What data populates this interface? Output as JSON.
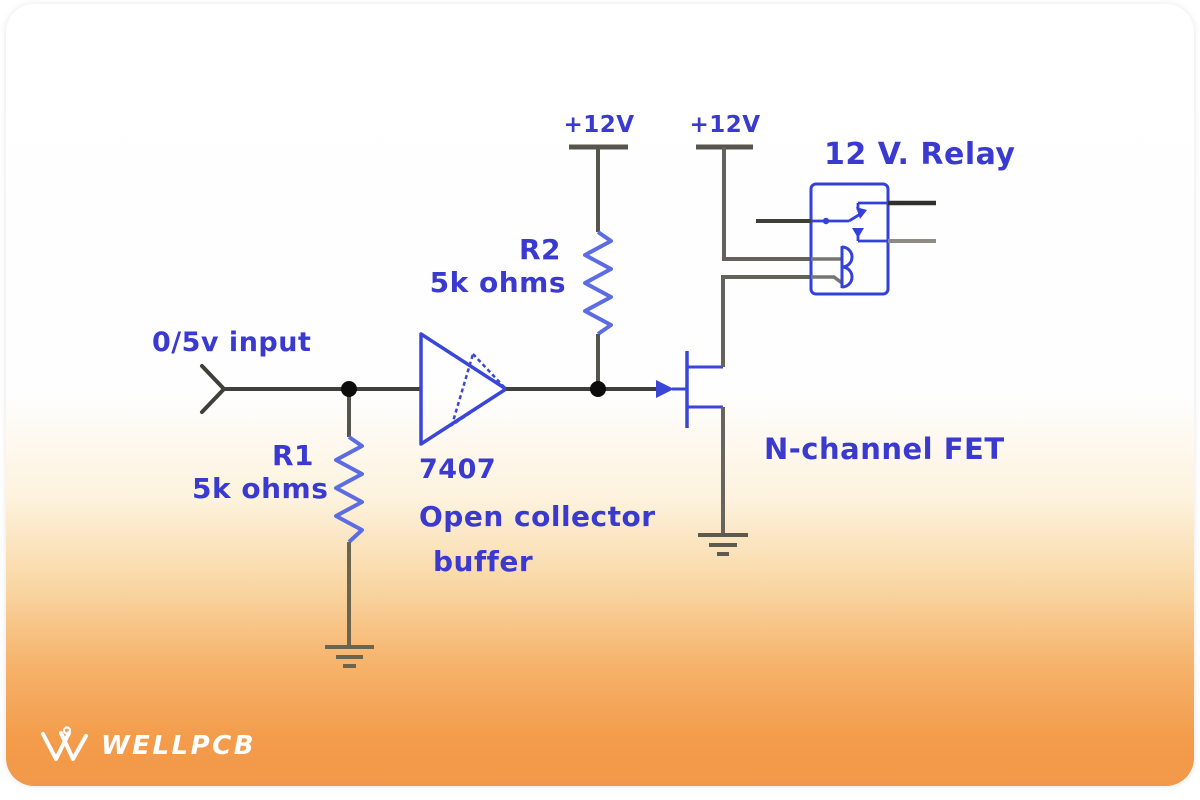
{
  "labels": {
    "supply_left": "+12V",
    "supply_right": "+12V",
    "relay": "12 V. Relay",
    "r2_name": "R2",
    "r2_value": "5k ohms",
    "input": "0/5v input",
    "r1_name": "R1",
    "r1_value": "5k ohms",
    "buffer_part": "7407",
    "buffer_desc_line1": "Open collector",
    "buffer_desc_line2": "buffer",
    "fet": "N-channel FET"
  },
  "branding": {
    "logo_text": "WELLPCB"
  },
  "colors": {
    "label_blue": "#3a3ad0",
    "component_blue": "#3a46d8",
    "resistor_blue": "#5c6ce2",
    "wire_dark": "#40403a",
    "wire_mid": "#6b6b64",
    "wire_light": "#8c8c84",
    "ground_olive": "#6b654f",
    "background_orange": "#f2984a",
    "logo_white": "#ffffff"
  },
  "circuit": {
    "components": [
      {
        "type": "input-terminal",
        "label": "0/5v input"
      },
      {
        "type": "resistor",
        "name": "R1",
        "value": "5k ohms",
        "orientation": "vertical",
        "connects": "input node to ground"
      },
      {
        "type": "resistor",
        "name": "R2",
        "value": "5k ohms",
        "orientation": "vertical",
        "connects": "+12V to buffer output node"
      },
      {
        "type": "buffer",
        "part": "7407",
        "description": "Open collector buffer"
      },
      {
        "type": "transistor",
        "name": "N-channel FET",
        "gate": "buffer output",
        "source": "ground",
        "drain": "relay coil"
      },
      {
        "type": "relay",
        "name": "12 V. Relay",
        "coil_supply": "+12V",
        "contacts": "SPDT"
      },
      {
        "type": "power-rail",
        "label": "+12V",
        "feeds": "R2"
      },
      {
        "type": "power-rail",
        "label": "+12V",
        "feeds": "relay coil"
      },
      {
        "type": "ground",
        "location": "below R1"
      },
      {
        "type": "ground",
        "location": "below FET source"
      }
    ]
  }
}
